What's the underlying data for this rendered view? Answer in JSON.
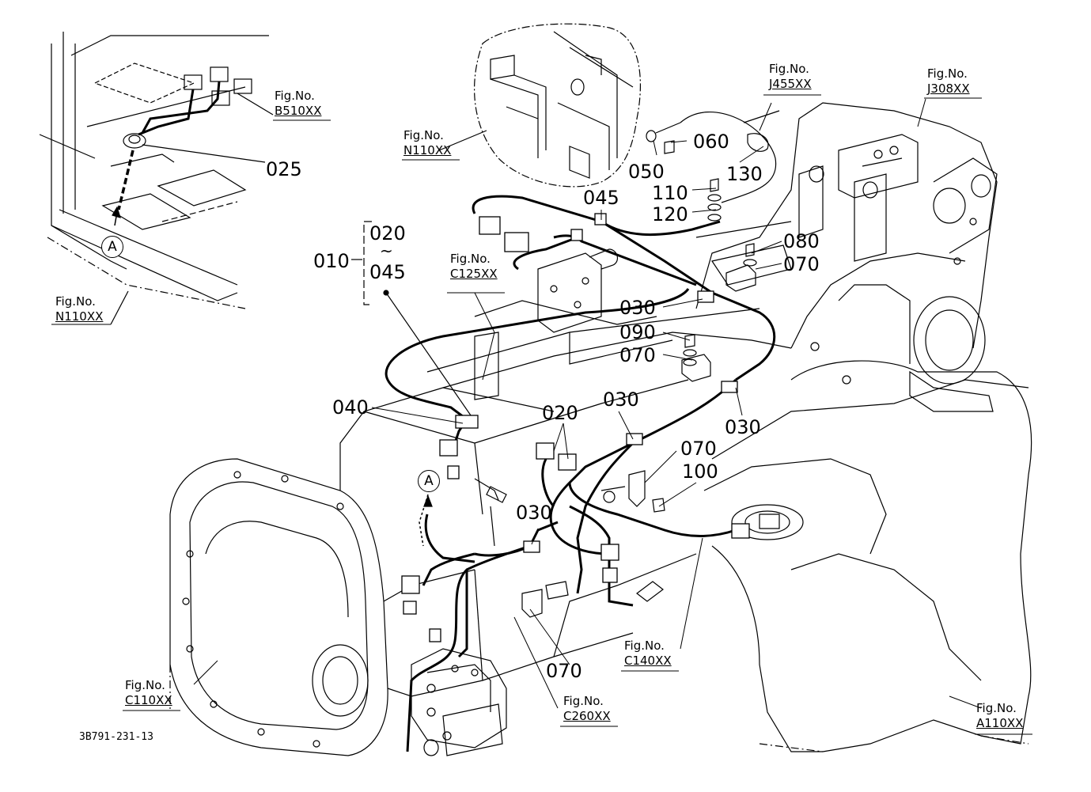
{
  "figure_refs": {
    "b510": {
      "title": "Fig.No.",
      "ref": "B510XX"
    },
    "n110_top": {
      "title": "Fig.No.",
      "ref": "N110XX"
    },
    "j455": {
      "title": "Fig.No.",
      "ref": "J455XX"
    },
    "j308": {
      "title": "Fig.No.",
      "ref": "J308XX"
    },
    "n110_left": {
      "title": "Fig.No.",
      "ref": "N110XX"
    },
    "c125": {
      "title": "Fig.No.",
      "ref": "C125XX"
    },
    "c140": {
      "title": "Fig.No.",
      "ref": "C140XX"
    },
    "c110": {
      "title": "Fig.No.",
      "ref": "C110XX"
    },
    "c260": {
      "title": "Fig.No.",
      "ref": "C260XX"
    },
    "a110": {
      "title": "Fig.No.",
      "ref": "A110XX"
    }
  },
  "parts": {
    "p025": "025",
    "p060": "060",
    "p050": "050",
    "p130": "130",
    "p110": "110",
    "p120": "120",
    "p045_top": "045",
    "p080": "080",
    "p070_a": "070",
    "p030_a": "030",
    "p090": "090",
    "p070_b": "070",
    "p010": "010",
    "p020_group": "020",
    "p045_group": "045",
    "tilde": "~",
    "p040": "040",
    "p030_b": "030",
    "p030_c": "030",
    "p020": "020",
    "p070_c": "070",
    "p100": "100",
    "p030_d": "030",
    "p070_d": "070"
  },
  "callout_marker": "A",
  "drawing_code": "3B791-231-13"
}
